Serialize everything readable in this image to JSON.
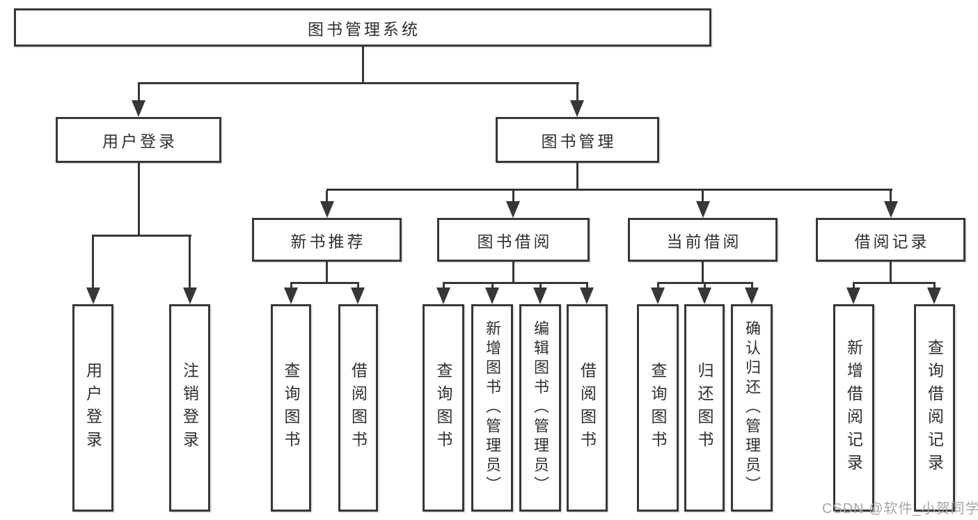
{
  "colors": {
    "line": "#373737",
    "text": "#2f2f2f",
    "watermark": "#a6a6a6",
    "background": "#ffffff"
  },
  "tree": {
    "label": "图书管理系统",
    "children": [
      {
        "label": "用户登录",
        "children": [
          {
            "label": "用户登录"
          },
          {
            "label": "注销登录"
          }
        ]
      },
      {
        "label": "图书管理",
        "children": [
          {
            "label": "新书推荐",
            "children": [
              {
                "label": "查询图书"
              },
              {
                "label": "借阅图书"
              }
            ]
          },
          {
            "label": "图书借阅",
            "children": [
              {
                "label": "查询图书"
              },
              {
                "label": "新增图书（管理员）"
              },
              {
                "label": "编辑图书（管理员）"
              },
              {
                "label": "借阅图书"
              }
            ]
          },
          {
            "label": "当前借阅",
            "children": [
              {
                "label": "查询图书"
              },
              {
                "label": "归还图书"
              },
              {
                "label": "确认归还（管理员）"
              }
            ]
          },
          {
            "label": "借阅记录",
            "children": [
              {
                "label": "新增借阅记录"
              },
              {
                "label": "查询借阅记录"
              }
            ]
          }
        ]
      }
    ]
  },
  "watermark": {
    "text": "CSDN @软件_小贺同学"
  }
}
